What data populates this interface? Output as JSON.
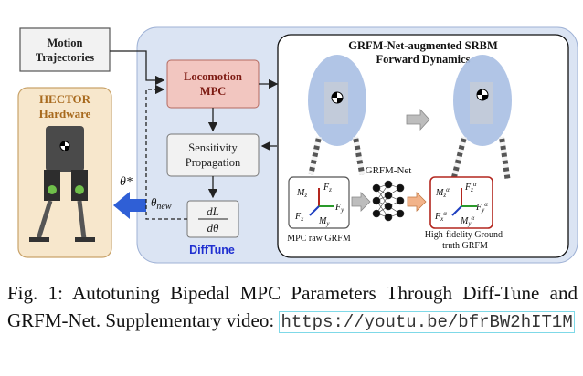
{
  "diagram": {
    "motion_box": {
      "line1": "Motion",
      "line2": "Trajectories"
    },
    "hector_box": {
      "line1": "HECTOR",
      "line2": "Hardware"
    },
    "mpc_box": {
      "line1": "Locomotion",
      "line2": "MPC"
    },
    "sensitivity_box": {
      "line1": "Sensitivity",
      "line2": "Propagation"
    },
    "gradient_box": {
      "numerator": "dL",
      "denominator": "dθ"
    },
    "difftune_label": "DiffTune",
    "theta_star": "θ*",
    "theta_new": "θ",
    "theta_new_sub": "new",
    "grfm_title": {
      "line1": "GRFM-Net-augmented SRBM",
      "line2": "Forward Dynamics"
    },
    "grfm_net_label": "GRFM-Net",
    "mpc_raw_label": "MPC raw GRFM",
    "high_fidelity_label": {
      "line1": "High-fidelity Ground-",
      "line2": "truth GRFM"
    },
    "force_labels_left": {
      "mz": "M",
      "mz_sub": "z",
      "fz": "F",
      "fz_sub": "z",
      "fy": "F",
      "fy_sub": "y",
      "fx": "F",
      "fx_sub": "x",
      "my": "M",
      "my_sub": "y"
    },
    "force_labels_right": {
      "mz": "M",
      "mz_sub": "z",
      "mz_sup": "α",
      "fz": "F",
      "fz_sub": "z",
      "fz_sup": "α",
      "fy": "F",
      "fy_sub": "y",
      "fy_sup": "α",
      "fx": "F",
      "fx_sub": "x",
      "fx_sup": "α",
      "my": "M",
      "my_sub": "y",
      "my_sup": "α"
    }
  },
  "caption": {
    "text": "Fig. 1: Autotuning Bipedal MPC Parameters Through Diff-Tune and GRFM-Net. Supplementary video: ",
    "url": "https://youtu.be/bfrBW2hIT1M"
  },
  "colors": {
    "difftune_bg": "#dbe4f3",
    "hector_bg": "#f7e7cc",
    "hector_border": "#c9a36a",
    "hector_text": "#a86a1e",
    "mpc_bg": "#f2c6c0",
    "mpc_text": "#7d1a12",
    "difftune_text": "#1f2fd0",
    "torso_blue": "#a8bfe3",
    "big_arrow_blue": "#2f5fd6",
    "red_box": "#b3261e"
  }
}
